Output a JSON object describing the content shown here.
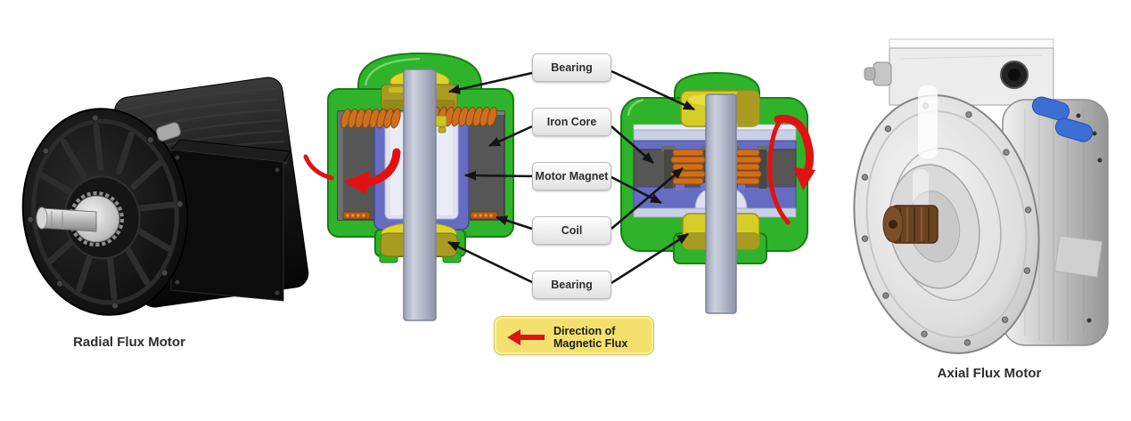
{
  "figure": {
    "left_caption": "Radial Flux Motor",
    "right_caption": "Axial Flux Motor",
    "labels": {
      "bearing_top": "Bearing",
      "iron_core": "Iron Core",
      "motor_magnet": "Motor Magnet",
      "coil": "Coil",
      "bearing_bottom": "Bearing"
    },
    "legend": {
      "line1": "Direction of",
      "line2": "Magnetic Flux"
    },
    "colors": {
      "housing_green": "#2fb32a",
      "bearing_yellow_bright": "#d7cd29",
      "bearing_yellow_olive": "#a89b20",
      "coil_orange": "#cf6f1d",
      "magnet_purple": "#666cc2",
      "iron_core_gray": "#565656",
      "shaft_gray": "#b7bdca",
      "rotation_arrow_red": "#e11212",
      "legend_bg_yellow": "#f4e16d",
      "connector_black": "#141414"
    }
  }
}
